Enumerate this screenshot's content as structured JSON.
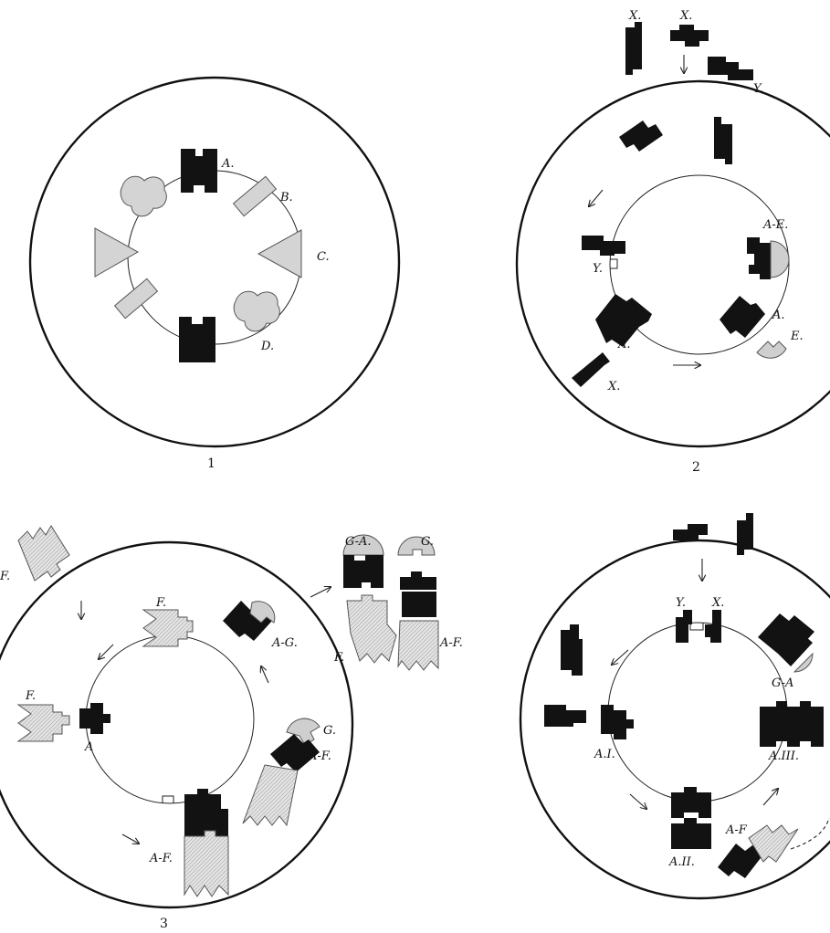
{
  "panels": [
    {
      "number": "1",
      "labels": {
        "a": "A.",
        "b": "B.",
        "c": "C.",
        "d": "D."
      }
    },
    {
      "number": "2",
      "labels": {
        "x1": "X.",
        "x2": "X.",
        "y_top": "Y.",
        "y_in": "Y.",
        "ae": "A-E.",
        "a_right": "A.",
        "a_left": "A.",
        "e": "E.",
        "x_bottom": "X."
      }
    },
    {
      "number": "3",
      "labels": {
        "f_out": "F.",
        "ga": "G-A.",
        "g_out": "G.",
        "f_out2": "F.",
        "af_out": "A-F.",
        "f_top": "F.",
        "ag": "A-G.",
        "f_left": "F.",
        "a": "A",
        "g": "G.",
        "af_right": "A-F.",
        "af_bottom": "A-F."
      }
    },
    {
      "number": "",
      "labels": {
        "y": "Y.",
        "x": "X.",
        "ga": "G-A",
        "a1": "A.I.",
        "a3": "A.III.",
        "af": "A-F",
        "a2": "A.II."
      }
    }
  ]
}
